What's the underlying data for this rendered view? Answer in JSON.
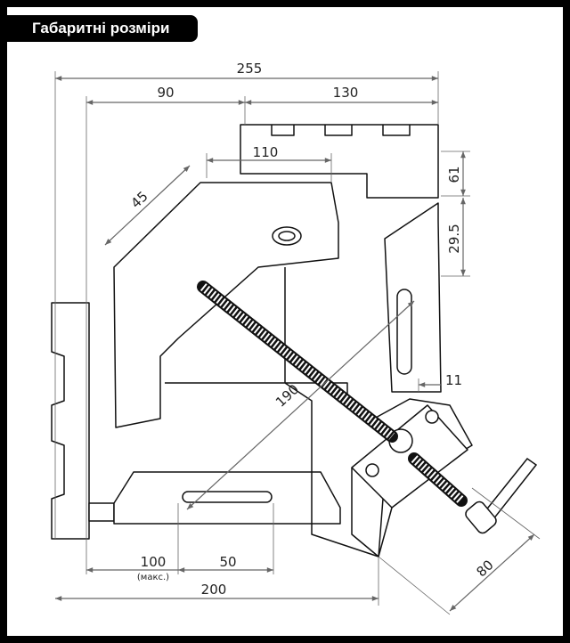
{
  "header": {
    "title": "Габаритні розміри"
  },
  "dimensions": {
    "overall_width": "255",
    "left_part": "90",
    "right_part": "130",
    "jaw_width": "110",
    "top_height": "61",
    "upper_offset": "29.5",
    "side_offset": "11",
    "jaw_angle_length": "45",
    "screw_length": "190",
    "clamp_depth": "80",
    "slot_max": "100",
    "slot_max_note": "(макс.)",
    "slot_length": "50",
    "base_width": "200"
  },
  "colors": {
    "line": "#111111",
    "dimension": "#555555",
    "frame": "#000000"
  }
}
